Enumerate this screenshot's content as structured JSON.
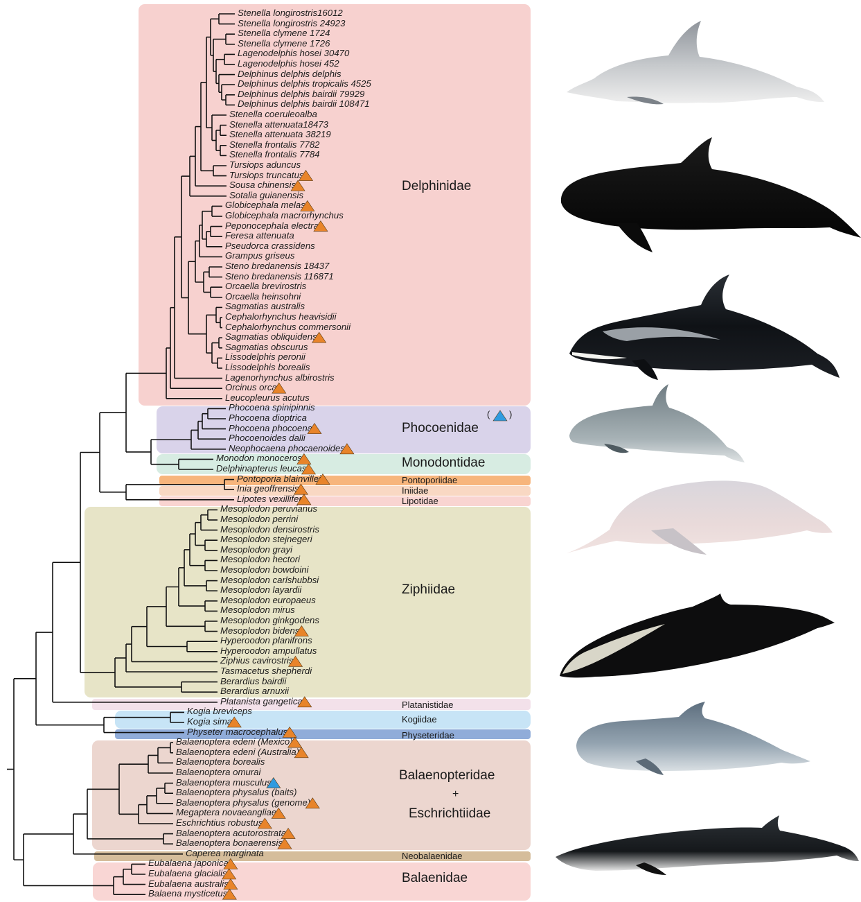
{
  "families": [
    {
      "key": "delphinidae",
      "name": "Delphinidae",
      "color": "#f7d1cf"
    },
    {
      "key": "phocoenidae",
      "name": "Phocoenidae",
      "color": "#d9d3ea"
    },
    {
      "key": "monodontidae",
      "name": "Monodontidae",
      "color": "#d7ece2"
    },
    {
      "key": "pontoporiidae",
      "name": "Pontoporiidae",
      "color": "#f7b57c"
    },
    {
      "key": "iniidae",
      "name": "Iniidae",
      "color": "#f9d8c3"
    },
    {
      "key": "lipotidae",
      "name": "Lipotidae",
      "color": "#f9d4d1"
    },
    {
      "key": "ziphiidae",
      "name": "Ziphiidae",
      "color": "#e7e4c7"
    },
    {
      "key": "platanistidae",
      "name": "Platanistidae",
      "color": "#f3e1ea"
    },
    {
      "key": "kogiidae",
      "name": "Kogiidae",
      "color": "#c7e4f6"
    },
    {
      "key": "physeteridae",
      "name": "Physeteridae",
      "color": "#90acd9"
    },
    {
      "key": "balaenopteridae",
      "name": "Balaenopteridae",
      "color": "#ecd6cf"
    },
    {
      "key": "eschrichtiidae_plus",
      "name": "+",
      "color": "#ecd6cf"
    },
    {
      "key": "eschrichtiidae",
      "name": "Eschrichtiidae",
      "color": "#ecd6cf"
    },
    {
      "key": "neobalaenidae",
      "name": "Neobalaenidae",
      "color": "#d5bd9b"
    },
    {
      "key": "balaenidae",
      "name": "Balaenidae",
      "color": "#f9d6d4"
    }
  ],
  "taxa": [
    {
      "label": "Stenella longirostris16012",
      "family": "delphinidae",
      "mark": ""
    },
    {
      "label": "Stenella longirostris 24923",
      "family": "delphinidae",
      "mark": ""
    },
    {
      "label": "Stenella clymene 1724",
      "family": "delphinidae",
      "mark": ""
    },
    {
      "label": "Stenella clymene 1726",
      "family": "delphinidae",
      "mark": ""
    },
    {
      "label": "Lagenodelphis hosei 30470",
      "family": "delphinidae",
      "mark": ""
    },
    {
      "label": "Lagenodelphis hosei 452",
      "family": "delphinidae",
      "mark": ""
    },
    {
      "label": "Delphinus delphis delphis",
      "family": "delphinidae",
      "mark": ""
    },
    {
      "label": "Delphinus delphis tropicalis 4525",
      "family": "delphinidae",
      "mark": ""
    },
    {
      "label": "Delphinus delphis bairdii 79929",
      "family": "delphinidae",
      "mark": ""
    },
    {
      "label": "Delphinus delphis bairdii 108471",
      "family": "delphinidae",
      "mark": ""
    },
    {
      "label": "Stenella coeruleoalba",
      "family": "delphinidae",
      "mark": ""
    },
    {
      "label": "Stenella attenuata18473",
      "family": "delphinidae",
      "mark": ""
    },
    {
      "label": "Stenella attenuata 38219",
      "family": "delphinidae",
      "mark": ""
    },
    {
      "label": "Stenella frontalis 7782",
      "family": "delphinidae",
      "mark": ""
    },
    {
      "label": "Stenella frontalis 7784",
      "family": "delphinidae",
      "mark": ""
    },
    {
      "label": "Tursiops aduncus",
      "family": "delphinidae",
      "mark": ""
    },
    {
      "label": "Tursiops truncatus",
      "family": "delphinidae",
      "mark": "orange"
    },
    {
      "label": "Sousa chinensis",
      "family": "delphinidae",
      "mark": "orange"
    },
    {
      "label": "Sotalia guianensis",
      "family": "delphinidae",
      "mark": ""
    },
    {
      "label": "Globicephala melas",
      "family": "delphinidae",
      "mark": "orange"
    },
    {
      "label": "Globicephala macrorhynchus",
      "family": "delphinidae",
      "mark": ""
    },
    {
      "label": "Peponocephala electra",
      "family": "delphinidae",
      "mark": "orange"
    },
    {
      "label": "Feresa attenuata",
      "family": "delphinidae",
      "mark": ""
    },
    {
      "label": "Pseudorca crassidens",
      "family": "delphinidae",
      "mark": ""
    },
    {
      "label": "Grampus griseus",
      "family": "delphinidae",
      "mark": ""
    },
    {
      "label": "Steno bredanensis 18437",
      "family": "delphinidae",
      "mark": ""
    },
    {
      "label": "Steno bredanensis 116871",
      "family": "delphinidae",
      "mark": ""
    },
    {
      "label": "Orcaella brevirostris",
      "family": "delphinidae",
      "mark": ""
    },
    {
      "label": "Orcaella heinsohni",
      "family": "delphinidae",
      "mark": ""
    },
    {
      "label": "Sagmatias australis",
      "family": "delphinidae",
      "mark": ""
    },
    {
      "label": "Cephalorhynchus heavisidii",
      "family": "delphinidae",
      "mark": ""
    },
    {
      "label": "Cephalorhynchus commersonii",
      "family": "delphinidae",
      "mark": ""
    },
    {
      "label": "Sagmatias obliquidens",
      "family": "delphinidae",
      "mark": "orange"
    },
    {
      "label": "Sagmatias obscurus",
      "family": "delphinidae",
      "mark": ""
    },
    {
      "label": "Lissodelphis peronii",
      "family": "delphinidae",
      "mark": ""
    },
    {
      "label": "Lissodelphis borealis",
      "family": "delphinidae",
      "mark": ""
    },
    {
      "label": "Lagenorhynchus albirostris",
      "family": "delphinidae",
      "mark": ""
    },
    {
      "label": "Orcinus orca",
      "family": "delphinidae",
      "mark": "orange"
    },
    {
      "label": "Leucopleurus acutus",
      "family": "delphinidae",
      "mark": ""
    },
    {
      "label": "Phocoena spinipinnis",
      "family": "phocoenidae",
      "mark": ""
    },
    {
      "label": "Phocoena dioptrica",
      "family": "phocoenidae",
      "mark": ""
    },
    {
      "label": "Phocoena phocoena",
      "family": "phocoenidae",
      "mark": "orange"
    },
    {
      "label": "Phocoenoides dalli",
      "family": "phocoenidae",
      "mark": ""
    },
    {
      "label": "Neophocaena phocaenoides",
      "family": "phocoenidae",
      "mark": "orange"
    },
    {
      "label": "Monodon monoceros",
      "family": "monodontidae",
      "mark": "orange"
    },
    {
      "label": "Delphinapterus leucas",
      "family": "monodontidae",
      "mark": "orange"
    },
    {
      "label": "Pontoporia blainvillei",
      "family": "pontoporiidae",
      "mark": "orange"
    },
    {
      "label": "Inia geoffrensis",
      "family": "iniidae",
      "mark": "orange"
    },
    {
      "label": "Lipotes vexillifer",
      "family": "lipotidae",
      "mark": "orange"
    },
    {
      "label": "Mesoplodon peruvianus",
      "family": "ziphiidae",
      "mark": ""
    },
    {
      "label": "Mesoplodon perrini",
      "family": "ziphiidae",
      "mark": ""
    },
    {
      "label": "Mesoplodon densirostris",
      "family": "ziphiidae",
      "mark": ""
    },
    {
      "label": "Mesoplodon stejnegeri",
      "family": "ziphiidae",
      "mark": ""
    },
    {
      "label": "Mesoplodon grayi",
      "family": "ziphiidae",
      "mark": ""
    },
    {
      "label": "Mesoplodon hectori",
      "family": "ziphiidae",
      "mark": ""
    },
    {
      "label": "Mesoplodon bowdoini",
      "family": "ziphiidae",
      "mark": ""
    },
    {
      "label": "Mesoplodon carlshubbsi",
      "family": "ziphiidae",
      "mark": ""
    },
    {
      "label": "Mesoplodon layardii",
      "family": "ziphiidae",
      "mark": ""
    },
    {
      "label": "Mesoplodon europaeus",
      "family": "ziphiidae",
      "mark": ""
    },
    {
      "label": "Mesoplodon mirus",
      "family": "ziphiidae",
      "mark": ""
    },
    {
      "label": "Mesoplodon ginkgodens",
      "family": "ziphiidae",
      "mark": ""
    },
    {
      "label": "Mesoplodon bidens",
      "family": "ziphiidae",
      "mark": "orange"
    },
    {
      "label": "Hyperoodon planifrons",
      "family": "ziphiidae",
      "mark": ""
    },
    {
      "label": "Hyperoodon ampullatus",
      "family": "ziphiidae",
      "mark": ""
    },
    {
      "label": "Ziphius cavirostris",
      "family": "ziphiidae",
      "mark": "orange"
    },
    {
      "label": "Tasmacetus shepherdi",
      "family": "ziphiidae",
      "mark": ""
    },
    {
      "label": "Berardius bairdii",
      "family": "ziphiidae",
      "mark": ""
    },
    {
      "label": "Berardius arnuxii",
      "family": "ziphiidae",
      "mark": ""
    },
    {
      "label": "Platanista gangetica",
      "family": "platanistidae",
      "mark": "orange"
    },
    {
      "label": "Kogia breviceps",
      "family": "kogiidae",
      "mark": ""
    },
    {
      "label": "Kogia sima",
      "family": "kogiidae",
      "mark": "orange"
    },
    {
      "label": "Physeter macrocephalus",
      "family": "physeteridae",
      "mark": "orange"
    },
    {
      "label": "Balaenoptera edeni (Mexico)",
      "family": "balaenopteridae",
      "mark": "orange"
    },
    {
      "label": "Balaenoptera edeni (Australia)",
      "family": "balaenopteridae",
      "mark": "orange"
    },
    {
      "label": "Balaenoptera borealis",
      "family": "balaenopteridae",
      "mark": ""
    },
    {
      "label": "Balaenoptera omurai",
      "family": "balaenopteridae",
      "mark": ""
    },
    {
      "label": "Balaenoptera musculus",
      "family": "balaenopteridae",
      "mark": "blue"
    },
    {
      "label": "Balaenoptera physalus (baits)",
      "family": "balaenopteridae",
      "mark": ""
    },
    {
      "label": "Balaenoptera physalus (genome)",
      "family": "balaenopteridae",
      "mark": "orange"
    },
    {
      "label": "Megaptera novaeangliae",
      "family": "balaenopteridae",
      "mark": "orange"
    },
    {
      "label": "Eschrichtius robustus",
      "family": "balaenopteridae",
      "mark": "orange"
    },
    {
      "label": "Balaenoptera acutorostrata",
      "family": "balaenopteridae",
      "mark": "orange"
    },
    {
      "label": "Balaenoptera bonaerensis",
      "family": "balaenopteridae",
      "mark": "orange"
    },
    {
      "label": "Caperea marginata",
      "family": "neobalaenidae",
      "mark": ""
    },
    {
      "label": "Eubalaena japonica",
      "family": "balaenidae",
      "mark": "orange"
    },
    {
      "label": "Eubalaena glacialis",
      "family": "balaenidae",
      "mark": "orange"
    },
    {
      "label": "Eubalaena australis",
      "family": "balaenidae",
      "mark": "orange"
    },
    {
      "label": "Balaena mysticetus",
      "family": "balaenidae",
      "mark": "orange"
    }
  ],
  "phocoenidae_note": {
    "open": "(",
    "close": ")",
    "mark": "blue"
  },
  "marker_colors": {
    "orange": "#e8842a",
    "blue": "#2f9be0"
  },
  "illustrations": [
    {
      "name": "spinner-dolphin-illustration",
      "tone": "light-grey"
    },
    {
      "name": "pilot-whale-illustration",
      "tone": "black"
    },
    {
      "name": "dusky-dolphin-illustration",
      "tone": "black-white"
    },
    {
      "name": "porpoise-illustration",
      "tone": "grey"
    },
    {
      "name": "river-dolphin-illustration",
      "tone": "pink-white"
    },
    {
      "name": "beaked-whale-illustration",
      "tone": "black-cream"
    },
    {
      "name": "pygmy-sperm-whale-illustration",
      "tone": "grey-blue"
    },
    {
      "name": "rorqual-illustration",
      "tone": "dark-grey"
    }
  ]
}
